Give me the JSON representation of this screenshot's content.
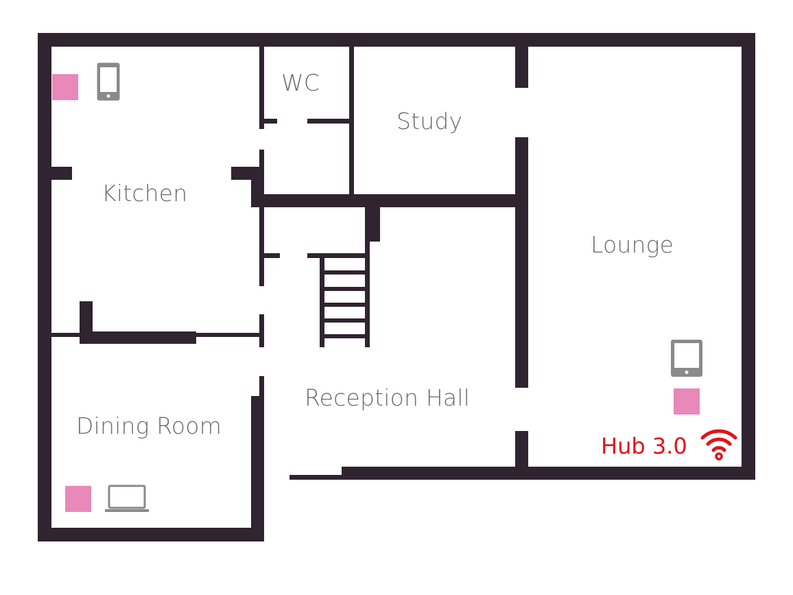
{
  "rooms": {
    "wc": "WC",
    "study": "Study",
    "kitchen": "Kitchen",
    "lounge": "Lounge",
    "reception_hall": "Reception Hall",
    "dining_room": "Dining Room"
  },
  "hub": {
    "label": "Hub 3.0",
    "color": "#e3121b"
  },
  "colors": {
    "wall": "#2f2430",
    "marker": "#e889b9",
    "device": "#8a8a8a",
    "label": "#6b6b6b"
  },
  "devices": [
    {
      "type": "smartphone-icon",
      "room": "Kitchen"
    },
    {
      "type": "tablet-icon",
      "room": "Lounge"
    },
    {
      "type": "laptop-icon",
      "room": "Dining Room"
    }
  ]
}
